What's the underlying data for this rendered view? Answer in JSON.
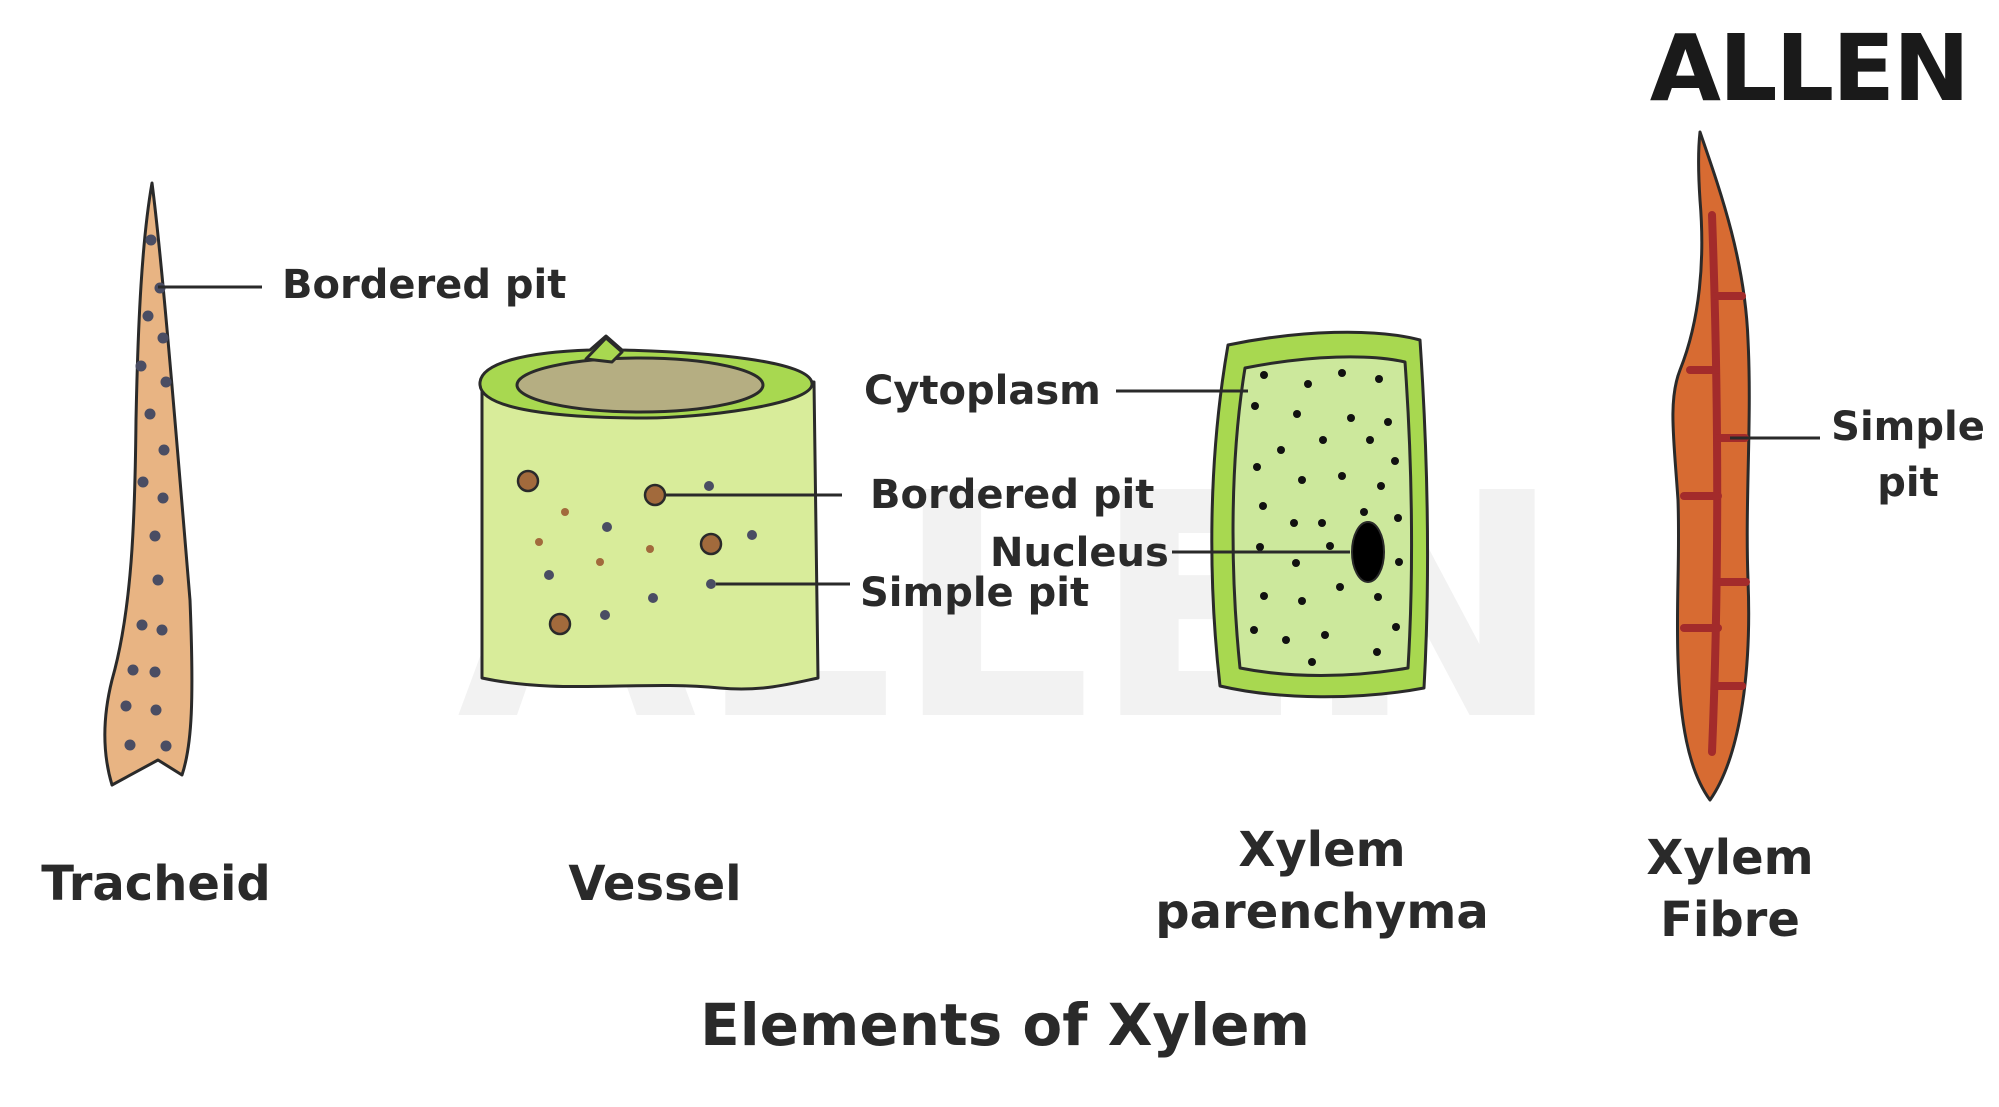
{
  "brand": {
    "logo_text": "ALLEN",
    "watermark_text": "ALLEN"
  },
  "title": "Elements of Xylem",
  "elements": {
    "tracheid": {
      "name": "Tracheid",
      "labels": {
        "bordered_pit": "Bordered pit"
      }
    },
    "vessel": {
      "name": "Vessel",
      "labels": {
        "bordered_pit": "Bordered pit",
        "simple_pit": "Simple pit"
      }
    },
    "parenchyma": {
      "name_line1": "Xylem",
      "name_line2": "parenchyma",
      "labels": {
        "cytoplasm": "Cytoplasm",
        "nucleus": "Nucleus"
      }
    },
    "fibre": {
      "name_line1": "Xylem",
      "name_line2": "Fibre",
      "labels": {
        "simple_pit_line1": "Simple",
        "simple_pit_line2": "pit"
      }
    }
  },
  "colors": {
    "tracheid_fill": "#E8B483",
    "vessel_fill": "#D8EC9A",
    "vessel_rim": "#A8D850",
    "vessel_lumen": "#B5AE82",
    "parenchyma_wall": "#A8D850",
    "parenchyma_fill": "#CCE89C",
    "fibre_fill": "#D76B32",
    "fibre_pits": "#A32B2B",
    "text": "#2A2A2A"
  }
}
